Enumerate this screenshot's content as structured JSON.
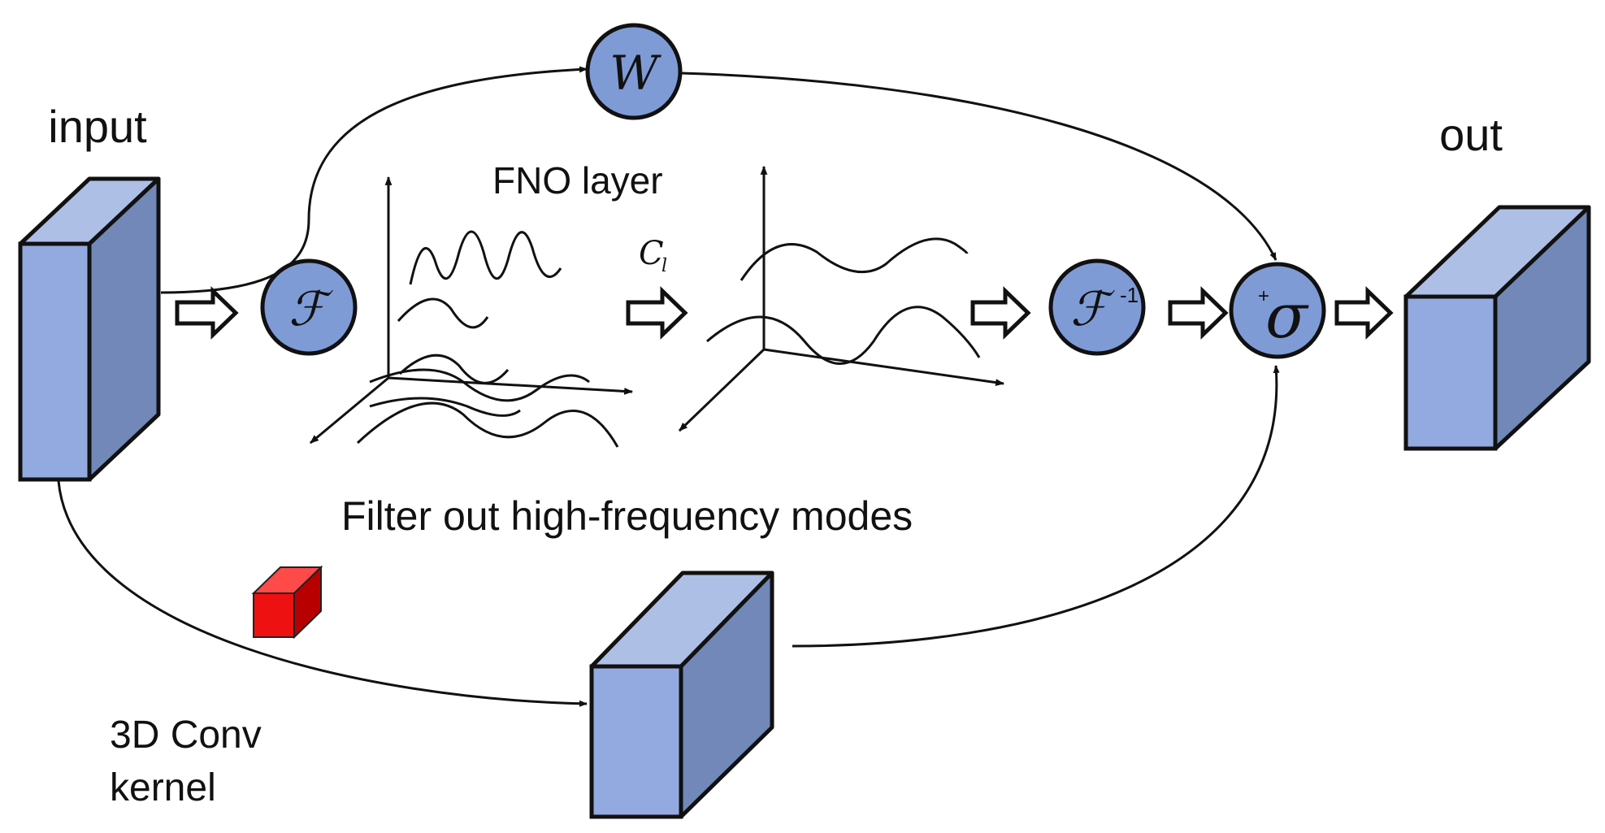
{
  "labels": {
    "input": "input",
    "out": "out",
    "fno_layer": "FNO layer",
    "filter_note": "Filter out high-frequency modes",
    "conv_kernel_line1": "3D Conv",
    "conv_kernel_line2": "kernel"
  },
  "symbols": {
    "w": "W",
    "fourier": "ℱ",
    "inverse_fourier": "ℱ",
    "inverse_exponent": "-1",
    "sigma": "σ",
    "plus": "+",
    "c_base": "C",
    "c_sub": "l"
  },
  "colors": {
    "block_front": "#92aadf",
    "block_top": "#aebfe6",
    "block_side": "#7188b8",
    "node_fill": "#7f9bd6",
    "kernel_red": "#ee1111",
    "line": "#111111"
  }
}
